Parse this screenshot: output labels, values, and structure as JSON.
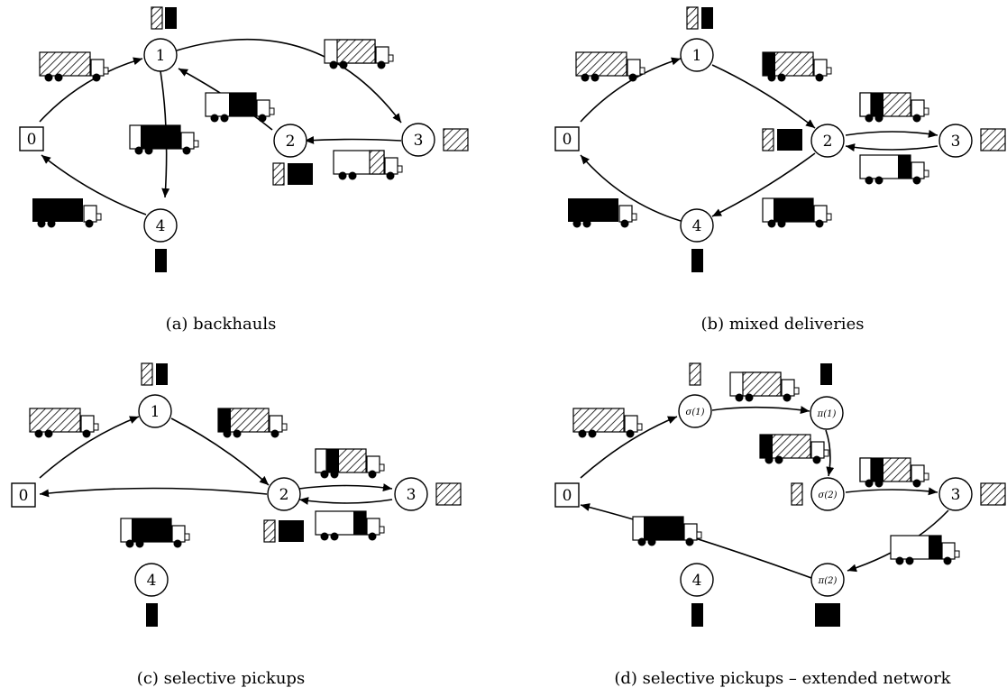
{
  "panels": [
    {
      "id": "a",
      "caption": "(a) backhauls",
      "nodes": [
        {
          "id": "0",
          "kind": "depot"
        },
        {
          "id": "1",
          "kind": "node"
        },
        {
          "id": "2",
          "kind": "node"
        },
        {
          "id": "3",
          "kind": "node"
        },
        {
          "id": "4",
          "kind": "node"
        }
      ],
      "arcs": [
        [
          "0",
          "1"
        ],
        [
          "1",
          "3"
        ],
        [
          "3",
          "2"
        ],
        [
          "2",
          "1"
        ],
        [
          "1",
          "4"
        ],
        [
          "4",
          "0"
        ]
      ]
    },
    {
      "id": "b",
      "caption": "(b) mixed deliveries",
      "nodes": [
        {
          "id": "0",
          "kind": "depot"
        },
        {
          "id": "1",
          "kind": "node"
        },
        {
          "id": "2",
          "kind": "node"
        },
        {
          "id": "3",
          "kind": "node"
        },
        {
          "id": "4",
          "kind": "node"
        }
      ],
      "arcs": [
        [
          "0",
          "1"
        ],
        [
          "1",
          "2"
        ],
        [
          "2",
          "3"
        ],
        [
          "3",
          "2"
        ],
        [
          "2",
          "4"
        ],
        [
          "4",
          "0"
        ]
      ]
    },
    {
      "id": "c",
      "caption": "(c) selective pickups",
      "nodes": [
        {
          "id": "0",
          "kind": "depot"
        },
        {
          "id": "1",
          "kind": "node"
        },
        {
          "id": "2",
          "kind": "node"
        },
        {
          "id": "3",
          "kind": "node"
        },
        {
          "id": "4",
          "kind": "node"
        }
      ],
      "arcs": [
        [
          "0",
          "1"
        ],
        [
          "1",
          "2"
        ],
        [
          "2",
          "3"
        ],
        [
          "3",
          "2"
        ],
        [
          "2",
          "0"
        ]
      ]
    },
    {
      "id": "d",
      "caption": "(d) selective pickups – extended network",
      "nodes": [
        {
          "id": "0",
          "kind": "depot"
        },
        {
          "id": "σ(1)",
          "kind": "node"
        },
        {
          "id": "π(1)",
          "kind": "node"
        },
        {
          "id": "σ(2)",
          "kind": "node"
        },
        {
          "id": "3",
          "kind": "node"
        },
        {
          "id": "π(2)",
          "kind": "node"
        },
        {
          "id": "4",
          "kind": "node"
        }
      ],
      "arcs": [
        [
          "0",
          "σ(1)"
        ],
        [
          "σ(1)",
          "π(1)"
        ],
        [
          "π(1)",
          "σ(2)"
        ],
        [
          "σ(2)",
          "3"
        ],
        [
          "3",
          "π(2)"
        ],
        [
          "π(2)",
          "0"
        ]
      ]
    }
  ],
  "legend_patterns": {
    "hatched": "pickup-load-pattern",
    "solid": "delivery-load-pattern",
    "colors": {
      "ink": "#000000",
      "paper": "#ffffff"
    }
  }
}
